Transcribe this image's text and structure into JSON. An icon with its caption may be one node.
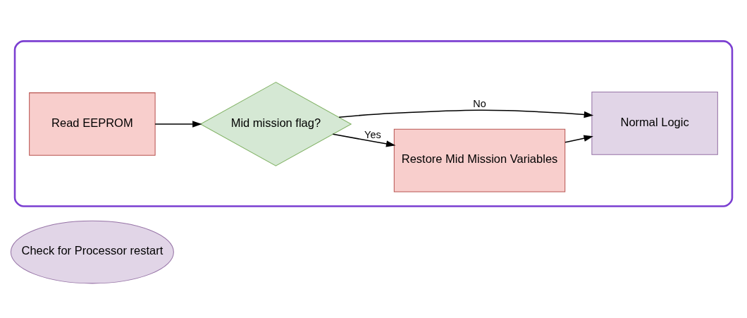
{
  "diagram": {
    "nodes": [
      {
        "text": [
          "Check for Processor restart"
        ]
      },
      {
        "text": [],
        "shape": "box"
      },
      {
        "text": [
          "Read EEPROM"
        ],
        "in": 1
      },
      {
        "text": [
          "Mid mission flag?"
        ],
        "in": 1
      },
      {
        "text": [
          "Restore Mid Mission Variables"
        ],
        "in": 1
      },
      {
        "text": [
          "Normal Logic"
        ],
        "in": 1
      }
    ],
    "edges": [
      {
        "from": 2,
        "to": 3,
        "arrow": "to"
      },
      {
        "from": 3,
        "to": 4,
        "arrow": "to",
        "label": "Yes"
      },
      {
        "from": 4,
        "to": 5,
        "arrow": "to"
      },
      {
        "from": 3,
        "to": 5,
        "arrow": "to",
        "label": "No"
      }
    ]
  }
}
